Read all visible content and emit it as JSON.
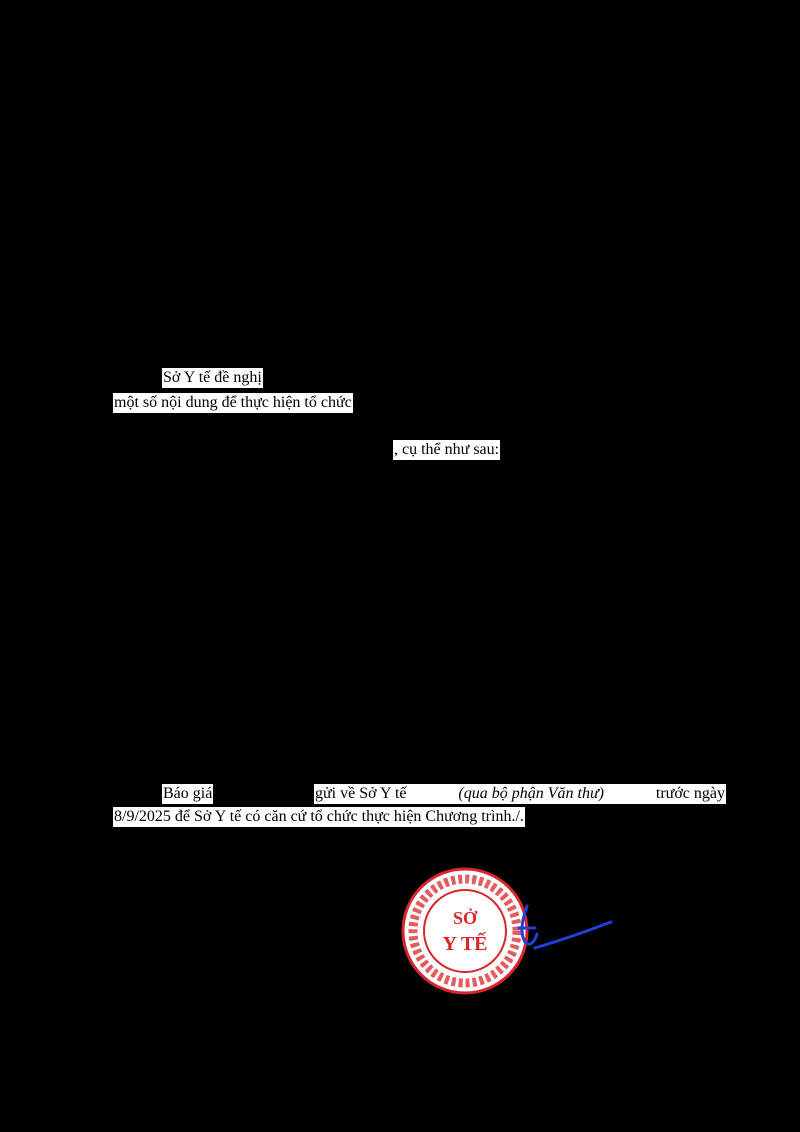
{
  "page": {
    "background": "#000000",
    "text_background": "#ffffff"
  },
  "paragraph_1": {
    "line_1": "Sở Y tế đề nghị",
    "line_2": "một số nội dung để thực hiện tổ chức",
    "line_3": ", cụ thể như sau:"
  },
  "paragraph_2": {
    "line_1_a": "Báo giá",
    "line_1_b": "gửi về Sở Y tế",
    "line_1_c_italic": "(qua bộ phận Văn thư)",
    "line_1_d": "trước ngày",
    "line_2": "8/9/2025 để Sở Y tế có căn cứ tổ chức thực hiện Chương trình./."
  },
  "stamp": {
    "center_line_1": "SỞ",
    "center_line_2": "Y TẾ",
    "color": "#d9262b"
  },
  "signature": {
    "color": "#1f3fd8"
  }
}
